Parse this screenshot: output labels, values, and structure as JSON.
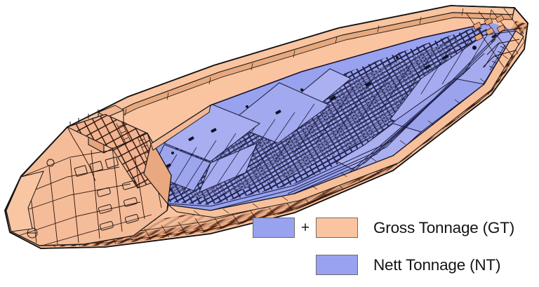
{
  "figure": {
    "kind": "ship-tonnage-cutaway-diagram",
    "background_color": "#ffffff",
    "subject": "cargo ship cutaway"
  },
  "colors": {
    "nett_tonnage_blue": "#98a2ee",
    "gross_tonnage_orange": "#fbc4a0",
    "hull_shadow_brown": "#6b3f2c",
    "outline_black": "#1a1a1a",
    "swatch_border": "#6c6c6c",
    "text": "#141414"
  },
  "legend": {
    "gross": {
      "blue_swatch": "nett-tonnage-blue-swatch",
      "operator": "+",
      "orange_swatch": "gross-tonnage-orange-swatch",
      "label": "Gross Tonnage (GT)"
    },
    "nett": {
      "blue_swatch": "nett-tonnage-blue-swatch",
      "label": "Nett Tonnage (NT)"
    }
  },
  "ship": {
    "orientation": "stern at left, bow at right",
    "regions": [
      {
        "name": "cargo-hold-interior",
        "color": "#98a2ee",
        "tonnage": "NT"
      },
      {
        "name": "hull-and-superstructure",
        "color": "#fbc4a0",
        "tonnage": "GT"
      }
    ]
  }
}
